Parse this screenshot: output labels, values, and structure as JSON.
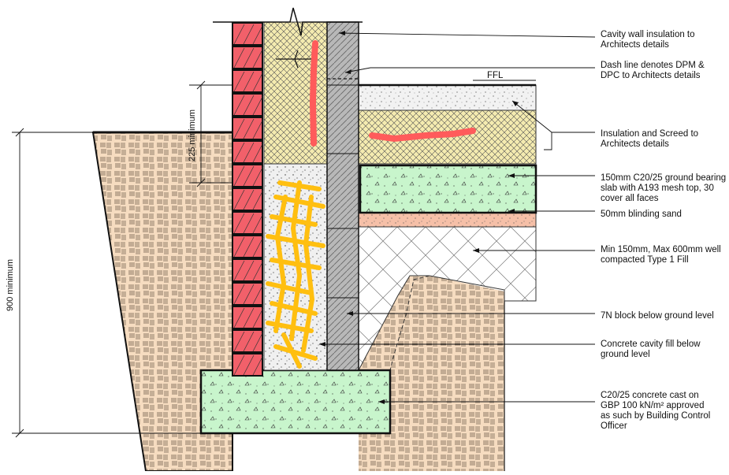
{
  "labels": {
    "cavity_insulation": [
      "Cavity wall insulation to",
      "Architects details"
    ],
    "dpm": [
      "Dash line denotes DPM &",
      "DPC to Architects details"
    ],
    "screed": [
      "Insulation and Screed to",
      "Architects details"
    ],
    "slab": [
      "150mm C20/25 ground bearing",
      "slab with A193 mesh top, 30",
      "cover all faces"
    ],
    "blinding": [
      "50mm blinding sand"
    ],
    "fill": [
      "Min 150mm, Max 600mm well",
      "compacted Type 1 Fill"
    ],
    "block": [
      "7N block below ground level"
    ],
    "cavity_fill": [
      "Concrete cavity fill below",
      "ground level"
    ],
    "foundation": [
      "C20/25 concrete cast on",
      "GBP 100 kN/m² approved",
      "as such by Building Control",
      "Officer"
    ]
  },
  "ffl": "FFL",
  "dimensions": {
    "dpc_min": "225 minimum",
    "depth_min": "900 minimum"
  },
  "colors": {
    "brick": "#f2606a",
    "soil": "#f6dcc0",
    "insulation": "#f4ebb0",
    "slab": "#c8f5cc",
    "blinding": "#f6c0a8",
    "block": "#b8b8b8",
    "fill": "#ffffff",
    "red_mark": "#ff5b5b",
    "yellow_mark": "#ffbf10"
  }
}
